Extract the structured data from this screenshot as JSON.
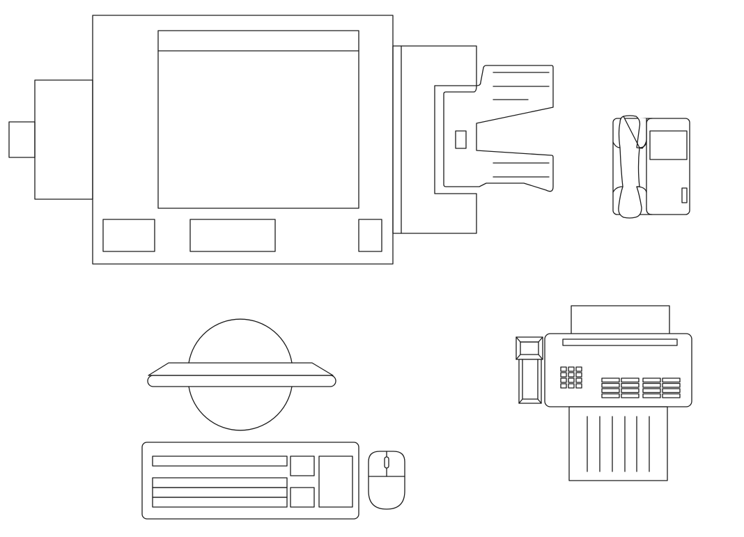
{
  "drawing": {
    "line_color": "#1a1a1a",
    "background": "#ffffff",
    "objects": [
      {
        "id": "copier",
        "label": ""
      },
      {
        "id": "telephone",
        "label": ""
      },
      {
        "id": "monitor",
        "label": ""
      },
      {
        "id": "keyboard",
        "label": ""
      },
      {
        "id": "mouse",
        "label": ""
      },
      {
        "id": "fax",
        "label": ""
      }
    ]
  }
}
